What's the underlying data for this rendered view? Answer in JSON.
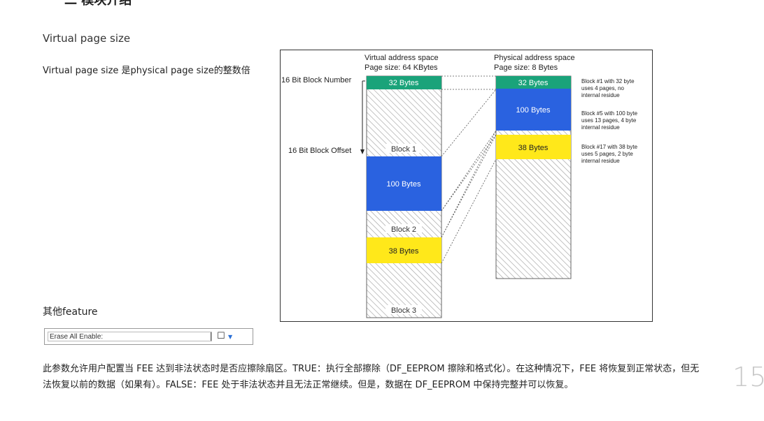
{
  "top_heading": "二 模块介绍",
  "virtual_page_title": "Virtual page size",
  "virtual_page_desc": "Virtual page size 是physical page size的整数倍",
  "other_feature_title": "其他feature",
  "param_field": {
    "value": "Erase All Enable:"
  },
  "description": "此参数允许用户配置当 FEE 达到非法状态时是否应擦除扇区。TRUE：执行全部擦除（DF_EEPROM 擦除和格式化）。在这种情况下，FEE 将恢复到正常状态，但无法恢复以前的数据（如果有）。FALSE：FEE 处于非法状态并且无法正常继续。但是，数据在 DF_EEPROM 中保持完整并可以恢复。",
  "page_number": "15",
  "diagram": {
    "virtual_header_1": "Virtual address space",
    "virtual_header_2": "Page size: 64 KBytes",
    "physical_header_1": "Physical address space",
    "physical_header_2": "Page size: 8 Bytes",
    "label_block_number": "16 Bit Block Number",
    "label_block_offset": "16 Bit Block Offset",
    "v_block1_data": "32 Bytes",
    "v_block1": "Block 1",
    "v_block2_data": "100 Bytes",
    "v_block2": "Block 2",
    "v_block3_data": "38 Bytes",
    "v_block3": "Block 3",
    "p_block1_data": "32 Bytes",
    "p_block2_data": "100 Bytes",
    "p_block3_data": "38 Bytes",
    "note1": [
      "Block #1 with 32 byte",
      "uses 4 pages, no",
      "internal residue"
    ],
    "note2": [
      "Block #5 with 100 byte",
      "uses 13 pages, 4 byte",
      "internal residue"
    ],
    "note3": [
      "Block #17 with 38 byte",
      "uses 5 pages, 2 byte",
      "internal residue"
    ],
    "colors": {
      "green": "#1aa37a",
      "blue": "#2a62e0",
      "yellow": "#ffe81a"
    }
  }
}
